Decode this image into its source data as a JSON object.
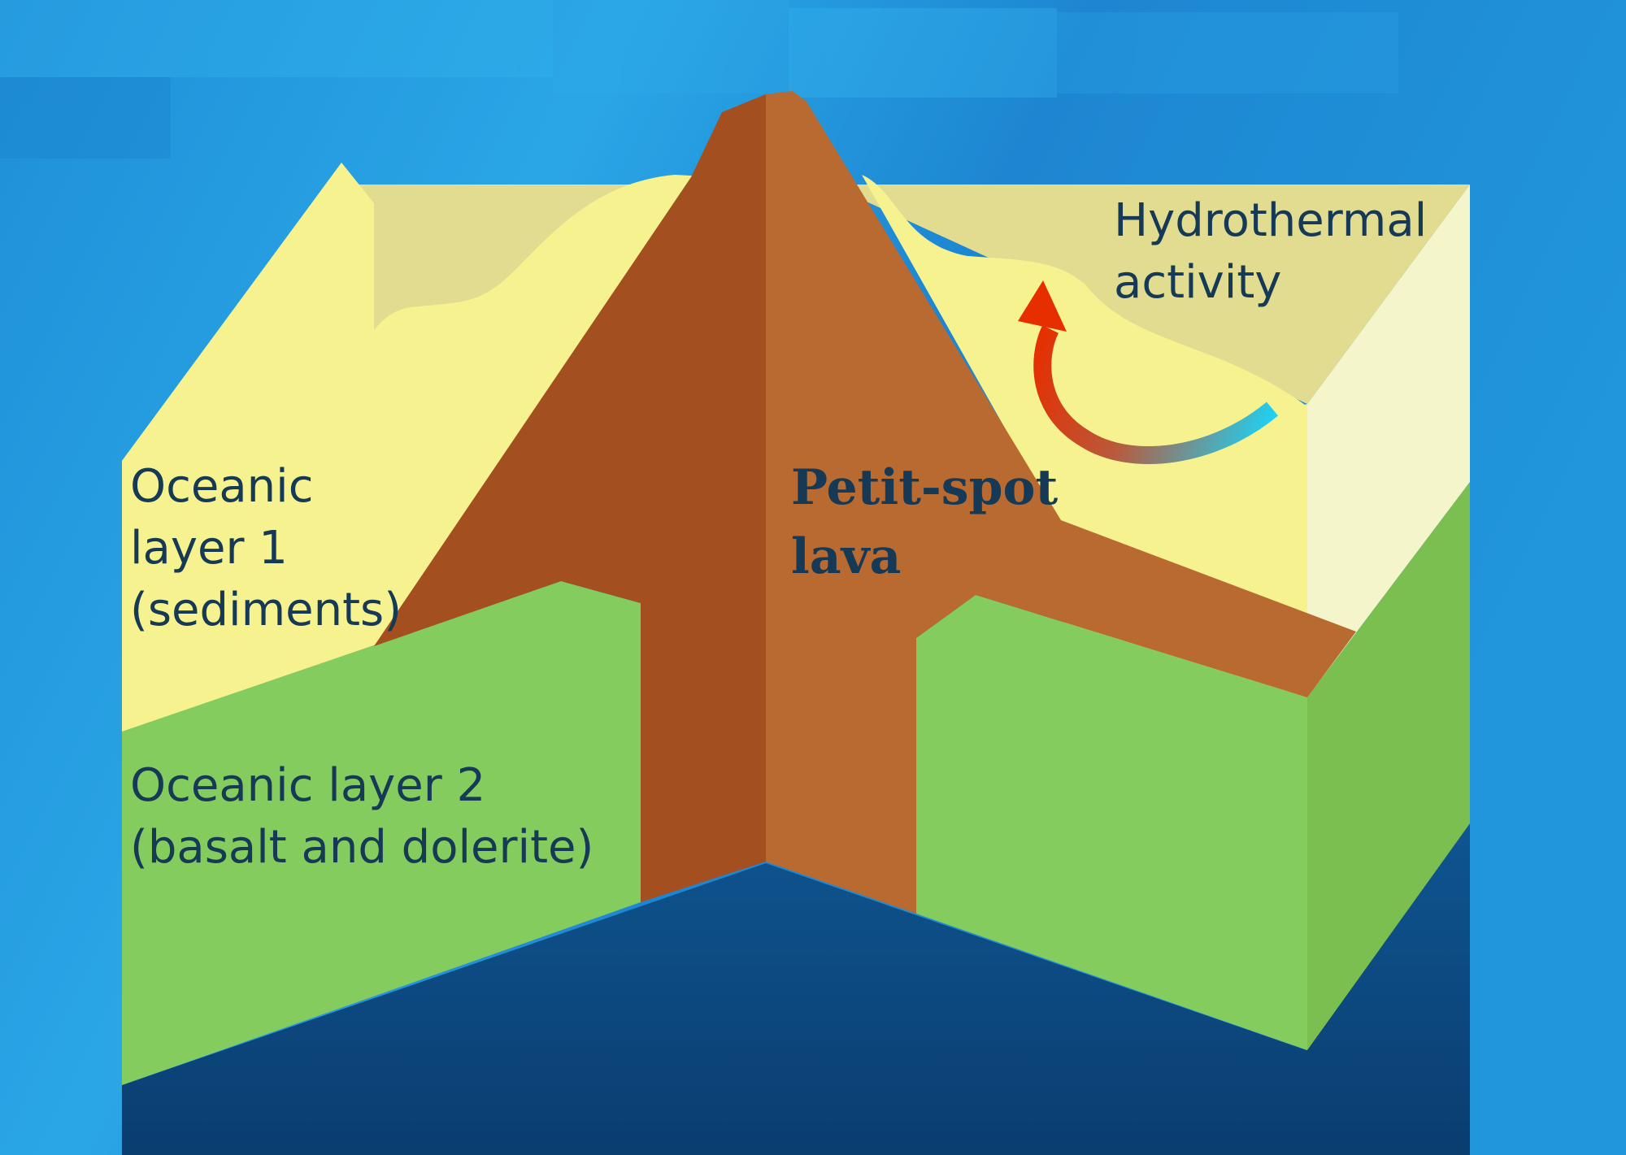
{
  "labels": {
    "oceanic_layer_1": [
      "Oceanic",
      "layer 1",
      "(sediments)"
    ],
    "oceanic_layer_2": [
      "Oceanic layer 2",
      "(basalt and dolerite)"
    ],
    "petit_spot_lava": [
      "Petit-spot",
      "lava"
    ],
    "hydrothermal_activity": [
      "Hydrothermal",
      "activity"
    ]
  },
  "colors": {
    "ocean_light": "#29a6e6",
    "ocean_dark": "#1b80cf",
    "sediment_top": "#e2dc90",
    "sediment_front": "#f7f290",
    "sediment_side": "#f5f5cc",
    "basalt_front": "#85cc5f",
    "basalt_side": "#7abf50",
    "mantle_top": "#0d5087",
    "mantle_bottom": "#0a3f72",
    "lava_dark": "#a34f1f",
    "lava_light": "#b86a30",
    "arrow_hot": "#e62e00",
    "arrow_cold": "#1fd0f2",
    "text": "#163a55"
  }
}
